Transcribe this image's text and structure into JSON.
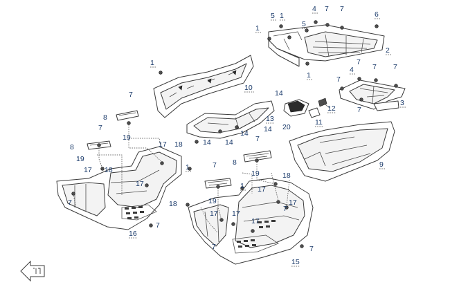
{
  "diagram": {
    "colors": {
      "callout_text": "#1a3a6a",
      "line_art": "#3a3a3a",
      "background": "#ffffff"
    },
    "icons": {
      "front_direction": "front-arrow-icon"
    },
    "callouts": [
      {
        "id": "c01",
        "label": "1"
      },
      {
        "id": "c02",
        "label": "1"
      },
      {
        "id": "c03",
        "label": "1"
      },
      {
        "id": "c04",
        "label": "1"
      },
      {
        "id": "c05",
        "label": "1"
      },
      {
        "id": "c06",
        "label": "1"
      },
      {
        "id": "c07",
        "label": "2"
      },
      {
        "id": "c08",
        "label": "3"
      },
      {
        "id": "c09",
        "label": "4"
      },
      {
        "id": "c10",
        "label": "4"
      },
      {
        "id": "c11",
        "label": "5"
      },
      {
        "id": "c12",
        "label": "5"
      },
      {
        "id": "c13",
        "label": "6"
      },
      {
        "id": "c14",
        "label": "7"
      },
      {
        "id": "c15",
        "label": "7"
      },
      {
        "id": "c16",
        "label": "7"
      },
      {
        "id": "c17",
        "label": "7"
      },
      {
        "id": "c18",
        "label": "7"
      },
      {
        "id": "c19",
        "label": "7"
      },
      {
        "id": "c20",
        "label": "7"
      },
      {
        "id": "c21",
        "label": "7"
      },
      {
        "id": "c22",
        "label": "7"
      },
      {
        "id": "c23",
        "label": "7"
      },
      {
        "id": "c24",
        "label": "7"
      },
      {
        "id": "c25",
        "label": "7"
      },
      {
        "id": "c26",
        "label": "7"
      },
      {
        "id": "c27",
        "label": "7"
      },
      {
        "id": "c28",
        "label": "7"
      },
      {
        "id": "c29",
        "label": "7"
      },
      {
        "id": "c30",
        "label": "8"
      },
      {
        "id": "c31",
        "label": "8"
      },
      {
        "id": "c32",
        "label": "8"
      },
      {
        "id": "c33",
        "label": "9"
      },
      {
        "id": "c34",
        "label": "10"
      },
      {
        "id": "c35",
        "label": "11"
      },
      {
        "id": "c36",
        "label": "12"
      },
      {
        "id": "c37",
        "label": "13"
      },
      {
        "id": "c38",
        "label": "14"
      },
      {
        "id": "c39",
        "label": "14"
      },
      {
        "id": "c40",
        "label": "14"
      },
      {
        "id": "c41",
        "label": "14"
      },
      {
        "id": "c42",
        "label": "14"
      },
      {
        "id": "c43",
        "label": "15"
      },
      {
        "id": "c44",
        "label": "16"
      },
      {
        "id": "c45",
        "label": "17"
      },
      {
        "id": "c46",
        "label": "17"
      },
      {
        "id": "c47",
        "label": "17"
      },
      {
        "id": "c48",
        "label": "17"
      },
      {
        "id": "c49",
        "label": "17"
      },
      {
        "id": "c50",
        "label": "17"
      },
      {
        "id": "c51",
        "label": "17"
      },
      {
        "id": "c52",
        "label": "17"
      },
      {
        "id": "c53",
        "label": "18"
      },
      {
        "id": "c54",
        "label": "18"
      },
      {
        "id": "c55",
        "label": "18"
      },
      {
        "id": "c56",
        "label": "18"
      },
      {
        "id": "c57",
        "label": "19"
      },
      {
        "id": "c58",
        "label": "19"
      },
      {
        "id": "c59",
        "label": "19"
      },
      {
        "id": "c60",
        "label": "19"
      },
      {
        "id": "c61",
        "label": "20"
      }
    ]
  }
}
